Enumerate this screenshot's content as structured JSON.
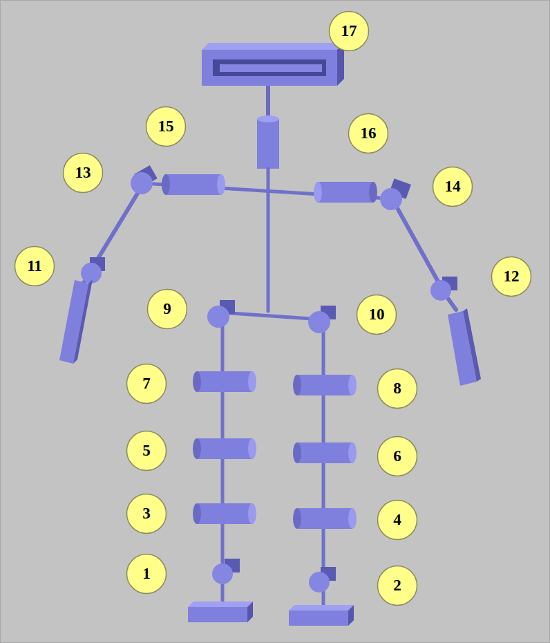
{
  "diagram": {
    "nodes": [
      {
        "text": [
          "17"
        ]
      },
      {
        "text": [
          "15"
        ]
      },
      {
        "text": [
          "16"
        ]
      },
      {
        "text": [
          "13"
        ]
      },
      {
        "text": [
          "14"
        ]
      },
      {
        "text": [
          "11"
        ]
      },
      {
        "text": [
          "12"
        ]
      },
      {
        "text": [
          "9"
        ]
      },
      {
        "text": [
          "10"
        ]
      },
      {
        "text": [
          "7"
        ]
      },
      {
        "text": [
          "8"
        ]
      },
      {
        "text": [
          "5"
        ]
      },
      {
        "text": [
          "6"
        ]
      },
      {
        "text": [
          "3"
        ]
      },
      {
        "text": [
          "4"
        ]
      },
      {
        "text": [
          "1"
        ]
      },
      {
        "text": [
          "2"
        ]
      }
    ]
  }
}
